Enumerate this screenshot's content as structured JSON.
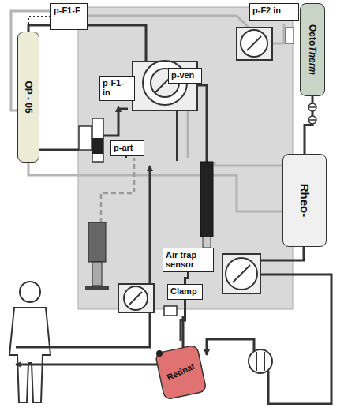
{
  "diagram": {
    "nodes": [
      {
        "text": [
          "p-F1-F"
        ]
      },
      {
        "text": [
          "p-F2 in"
        ]
      },
      {
        "text": [
          "Octo",
          "Therm"
        ]
      },
      {
        "text": [
          "OP - 05"
        ]
      },
      {
        "text": [
          "p-F1- in"
        ]
      },
      {
        "text": [
          "p-ven"
        ]
      },
      {
        "text": [
          "p-art"
        ]
      },
      {
        "text": [
          "Air trap sensor"
        ]
      },
      {
        "text": [
          "Clamp"
        ]
      },
      {
        "text": [
          "Rheo-"
        ]
      },
      {
        "text": [
          "Retinat"
        ]
      }
    ],
    "edges": [
      {
        "from": 0,
        "to": 3,
        "arrow": "none"
      },
      {
        "from": 2,
        "to": 9,
        "arrow": "none"
      },
      {
        "from": 7,
        "to": 8,
        "arrow": "none"
      },
      {
        "from": 8,
        "to": 10,
        "arrow": "none"
      }
    ]
  }
}
